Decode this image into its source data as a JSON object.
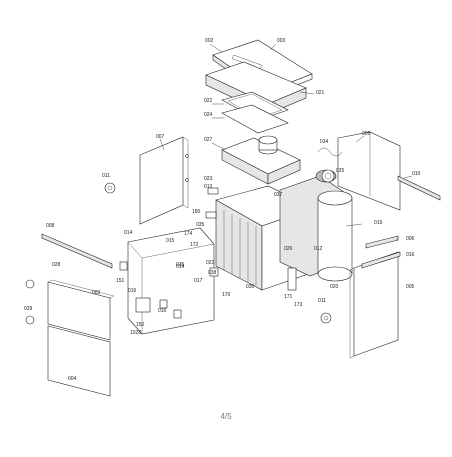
{
  "page": {
    "number": "4/5"
  },
  "labels": [
    "002",
    "003",
    "021",
    "022",
    "024",
    "027",
    "007",
    "005",
    "034",
    "010",
    "011",
    "023",
    "013",
    "037",
    "025",
    "180",
    "019",
    "035",
    "006",
    "174",
    "172",
    "014",
    "015",
    "008",
    "028",
    "023",
    "170",
    "030",
    "026",
    "171",
    "173",
    "020",
    "016",
    "151",
    "035",
    "038",
    "017",
    "003",
    "029",
    "016",
    "150",
    "1028",
    "016",
    "004",
    "011",
    "005",
    "014",
    "012"
  ]
}
